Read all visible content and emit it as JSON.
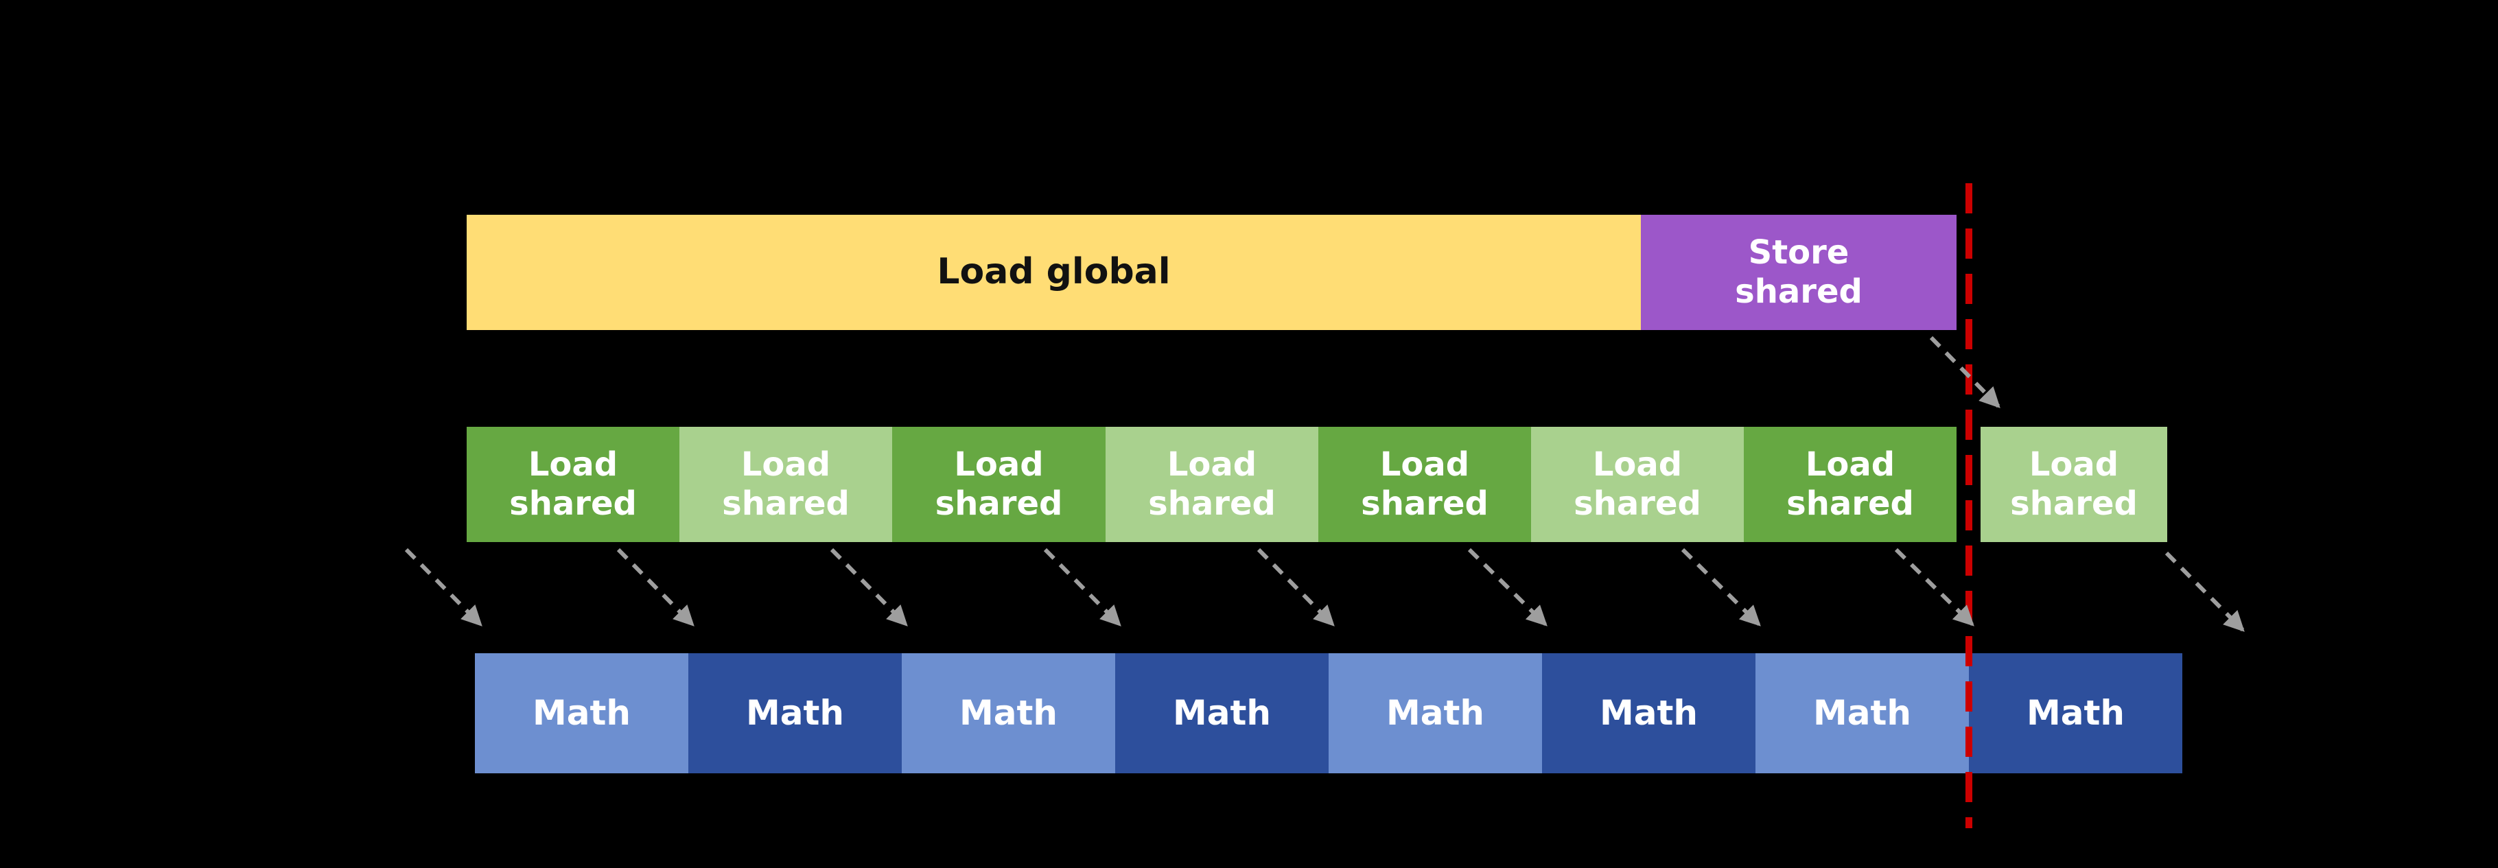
{
  "canvas": {
    "background_color": "#000000"
  },
  "pipeline": {
    "load_global": {
      "label": "Load global",
      "color": "#ffdd75",
      "text_color": "#000000"
    },
    "store_shared": {
      "line1": "Store",
      "line2": "shared",
      "color": "#9c57c9",
      "text_color": "#ffffff"
    },
    "load_shared_boxes": [
      {
        "line1": "Load",
        "line2": "shared",
        "shade": "dark",
        "color": "#66a842"
      },
      {
        "line1": "Load",
        "line2": "shared",
        "shade": "light",
        "color": "#a9d18e"
      },
      {
        "line1": "Load",
        "line2": "shared",
        "shade": "dark",
        "color": "#66a842"
      },
      {
        "line1": "Load",
        "line2": "shared",
        "shade": "light",
        "color": "#a9d18e"
      },
      {
        "line1": "Load",
        "line2": "shared",
        "shade": "dark",
        "color": "#66a842"
      },
      {
        "line1": "Load",
        "line2": "shared",
        "shade": "light",
        "color": "#a9d18e"
      },
      {
        "line1": "Load",
        "line2": "shared",
        "shade": "dark",
        "color": "#66a842"
      },
      {
        "line1": "Load",
        "line2": "shared",
        "shade": "light",
        "color": "#a9d18e"
      }
    ],
    "math_boxes": [
      {
        "label": "Math",
        "shade": "light",
        "color": "#6d8fd0"
      },
      {
        "label": "Math",
        "shade": "dark",
        "color": "#2d4f9c"
      },
      {
        "label": "Math",
        "shade": "light",
        "color": "#6d8fd0"
      },
      {
        "label": "Math",
        "shade": "dark",
        "color": "#2d4f9c"
      },
      {
        "label": "Math",
        "shade": "light",
        "color": "#6d8fd0"
      },
      {
        "label": "Math",
        "shade": "dark",
        "color": "#2d4f9c"
      },
      {
        "label": "Math",
        "shade": "light",
        "color": "#6d8fd0"
      },
      {
        "label": "Math",
        "shade": "dark",
        "color": "#2d4f9c"
      }
    ],
    "barrier_line": {
      "color": "#cc0000",
      "style": "dashed-vertical"
    },
    "dependency_arrows": {
      "color": "#9e9e9e",
      "style": "dashed",
      "count": 10
    }
  }
}
